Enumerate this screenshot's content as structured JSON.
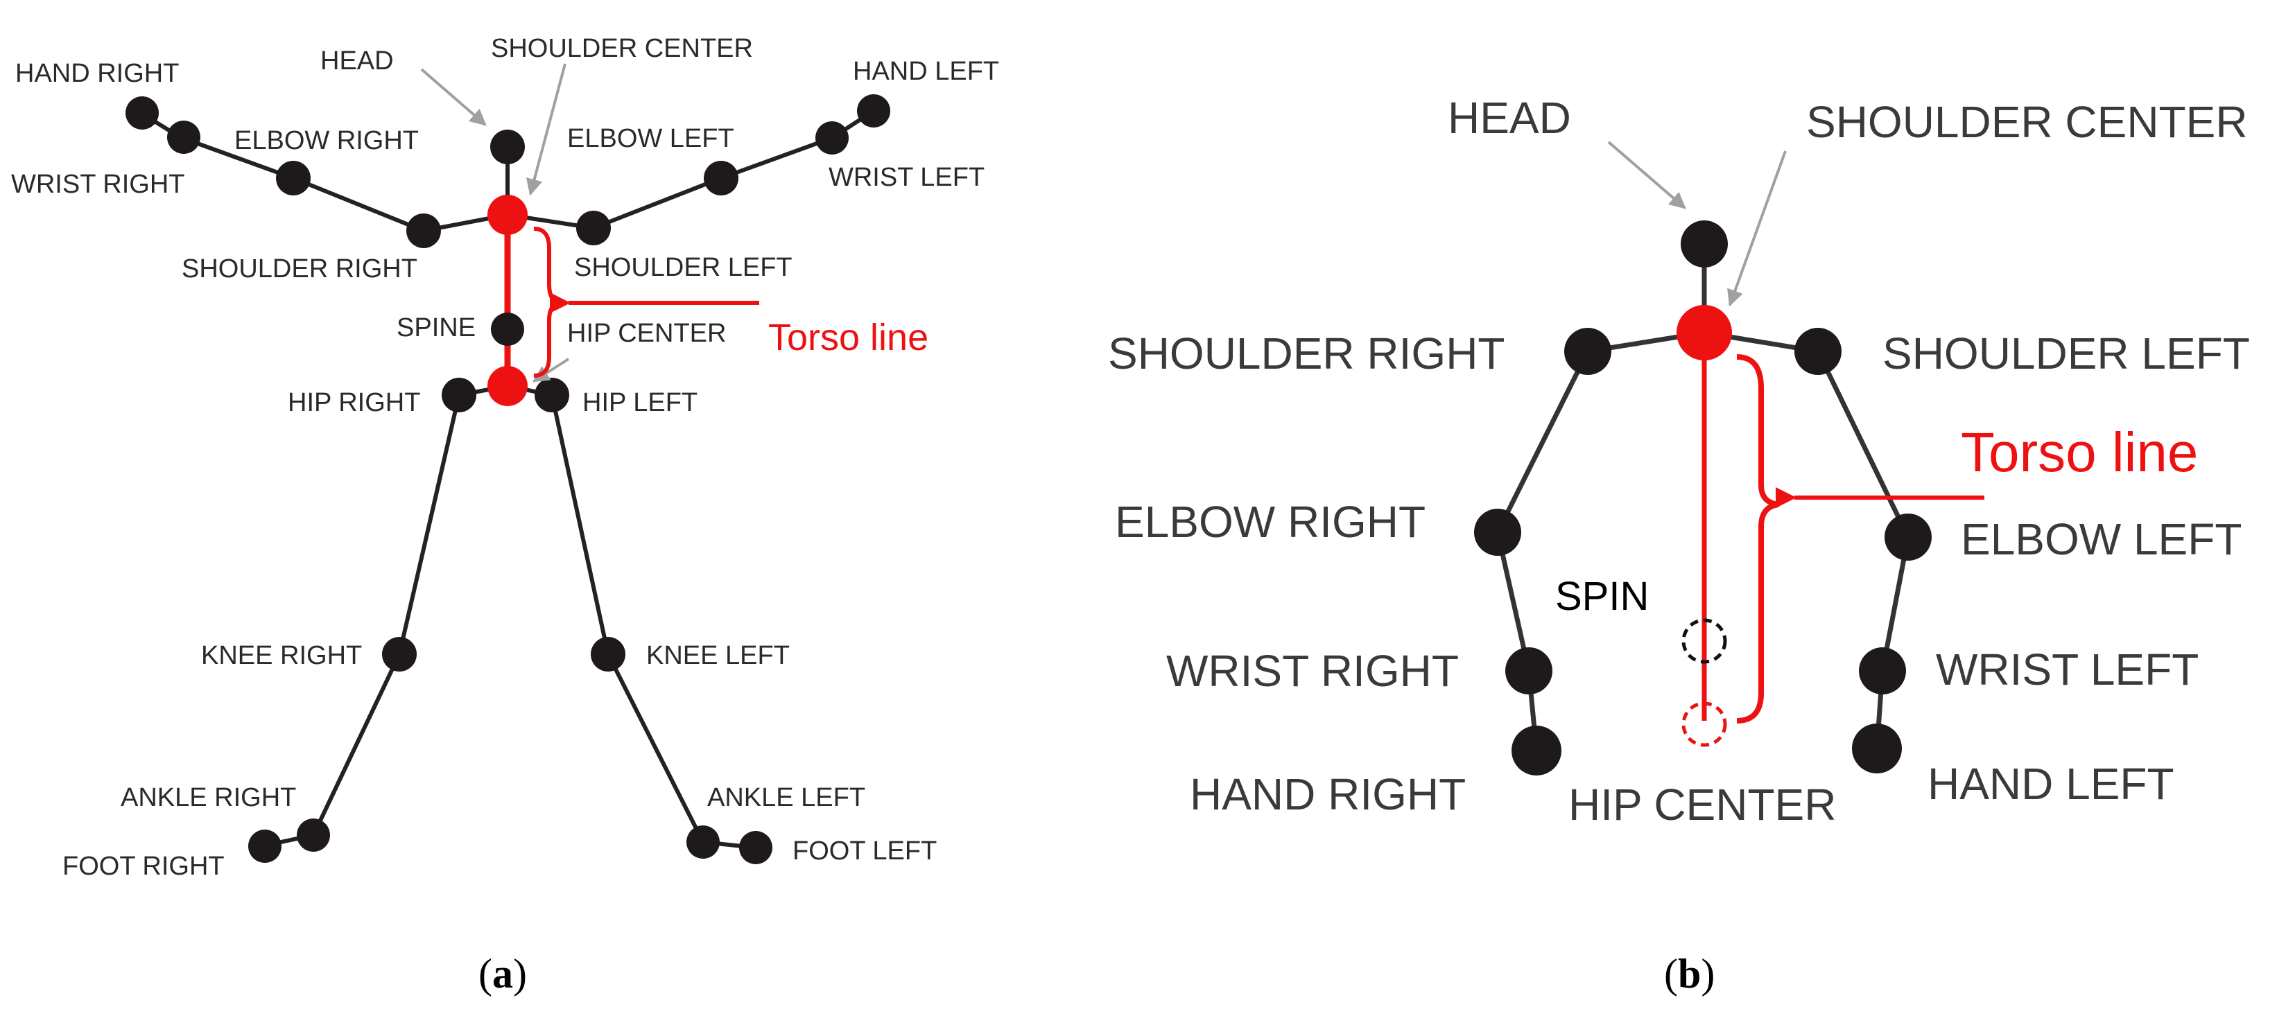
{
  "panel_a": {
    "caption_open": "(",
    "caption_letter": "a",
    "caption_close": ")",
    "labels": {
      "hand_right": "HAND RIGHT",
      "head": "HEAD",
      "shoulder_center": "SHOULDER CENTER",
      "hand_left": "HAND LEFT",
      "elbow_right": "ELBOW RIGHT",
      "elbow_left": "ELBOW LEFT",
      "wrist_right": "WRIST RIGHT",
      "wrist_left": "WRIST LEFT",
      "shoulder_right": "SHOULDER RIGHT",
      "shoulder_left": "SHOULDER LEFT",
      "spine": "SPINE",
      "hip_center": "HIP CENTER",
      "hip_right": "HIP RIGHT",
      "hip_left": "HIP LEFT",
      "knee_right": "KNEE RIGHT",
      "knee_left": "KNEE LEFT",
      "ankle_right": "ANKLE RIGHT",
      "ankle_left": "ANKLE LEFT",
      "foot_right": "FOOT RIGHT",
      "foot_left": "FOOT LEFT"
    },
    "torso_label": "Torso line"
  },
  "panel_b": {
    "caption_open": "(",
    "caption_letter": "b",
    "caption_close": ")",
    "labels": {
      "head": "HEAD",
      "shoulder_center": "SHOULDER CENTER",
      "shoulder_right": "SHOULDER RIGHT",
      "shoulder_left": "SHOULDER LEFT",
      "elbow_right": "ELBOW RIGHT",
      "elbow_left": "ELBOW LEFT",
      "spin": "SPIN",
      "wrist_right": "WRIST RIGHT",
      "wrist_left": "WRIST LEFT",
      "hand_right": "HAND RIGHT",
      "hand_left": "HAND LEFT",
      "hip_center": "HIP CENTER"
    },
    "torso_label": "Torso line"
  },
  "colors": {
    "joint": "#1e1a1c",
    "highlight": "#ee1111",
    "bone": "#222222",
    "pointer_arrow": "#a0a0a0"
  }
}
